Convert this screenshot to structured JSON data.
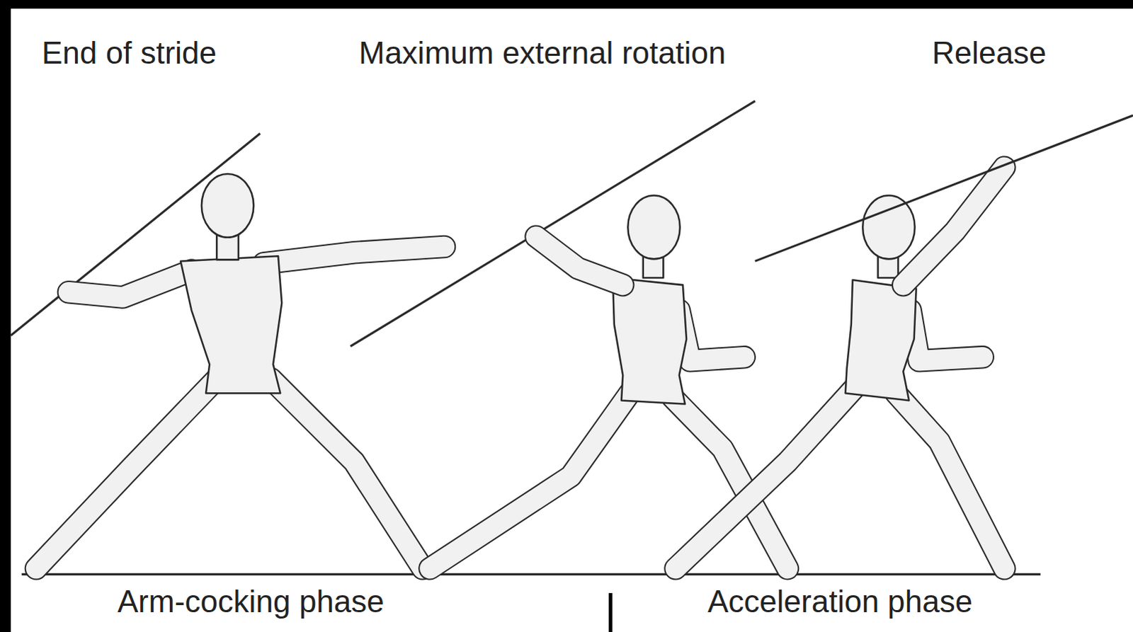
{
  "diagram": {
    "labels": [
      "End of stride",
      "Maximum external rotation",
      "Release",
      "Arm-cocking phase",
      "Acceleration phase"
    ]
  }
}
